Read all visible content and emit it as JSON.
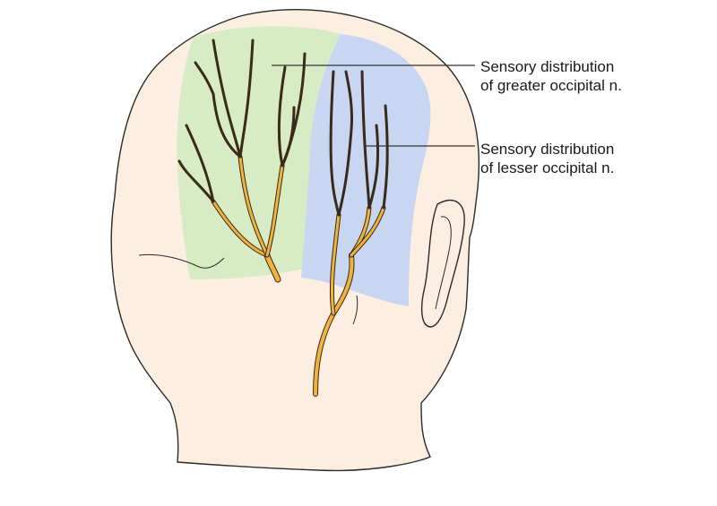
{
  "labels": {
    "greater_occipital": {
      "line1": "Sensory distribution",
      "line2": "of greater occipital n."
    },
    "lesser_occipital": {
      "line1": "Sensory distribution",
      "line2": "of lesser occipital n."
    }
  },
  "colors": {
    "skin": "#fdeee2",
    "skin_outline": "#2b2b2b",
    "greater_region": "#d7ecc4",
    "lesser_region": "#c8d6f2",
    "nerve_fill": "#f0b33c",
    "nerve_outline": "#3a2a1a",
    "leader_line": "#333333"
  }
}
